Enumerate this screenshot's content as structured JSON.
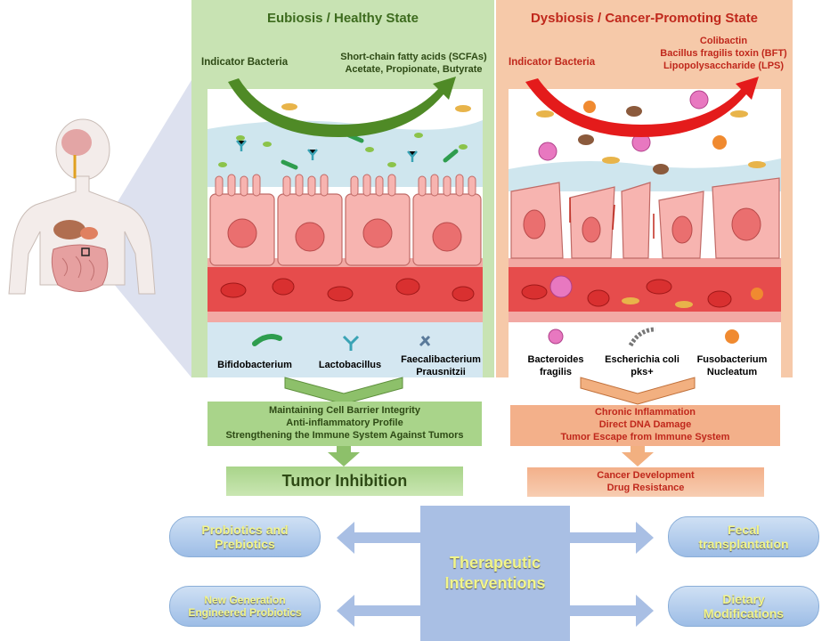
{
  "healthy": {
    "title": "Eubiosis / Healthy State",
    "indicator": "Indicator Bacteria",
    "products": [
      "Short-chain fatty acids (SCFAs)",
      "Acetate, Propionate, Butyrate"
    ],
    "bacteria": [
      "Bifidobacterium",
      "Lactobacillus",
      "Faecalibacterium Prausnitzii"
    ],
    "effects": [
      "Maintaining Cell Barrier Integrity",
      "Anti-inflammatory Profile",
      "Strengthening the Immune System Against Tumors"
    ],
    "outcome": "Tumor Inhibition",
    "color": "#b9dca0"
  },
  "dysbiosis": {
    "title": "Dysbiosis / Cancer-Promoting State",
    "indicator": "Indicator Bacteria",
    "products": [
      "Colibactin",
      "Bacillus fragilis toxin (BFT)",
      "Lipopolysaccharide (LPS)"
    ],
    "bacteria": [
      "Bacteroides fragilis",
      "Escherichia coli pks+",
      "Fusobacterium Nucleatum"
    ],
    "effects": [
      "Chronic Inflammation",
      "Direct DNA Damage",
      "Tumor Escape from Immune System"
    ],
    "outcome": [
      "Cancer Development",
      "Drug Resistance"
    ],
    "color": "#f4c2a0"
  },
  "therapy": {
    "center": [
      "Therapeutic",
      "Interventions"
    ],
    "left": [
      [
        "Probiotics and",
        "Prebiotics"
      ],
      [
        "New Generation",
        "Engineered Probiotics"
      ]
    ],
    "right": [
      [
        "Fecal",
        "transplantation"
      ],
      [
        "Dietary",
        "Modifications"
      ]
    ]
  }
}
